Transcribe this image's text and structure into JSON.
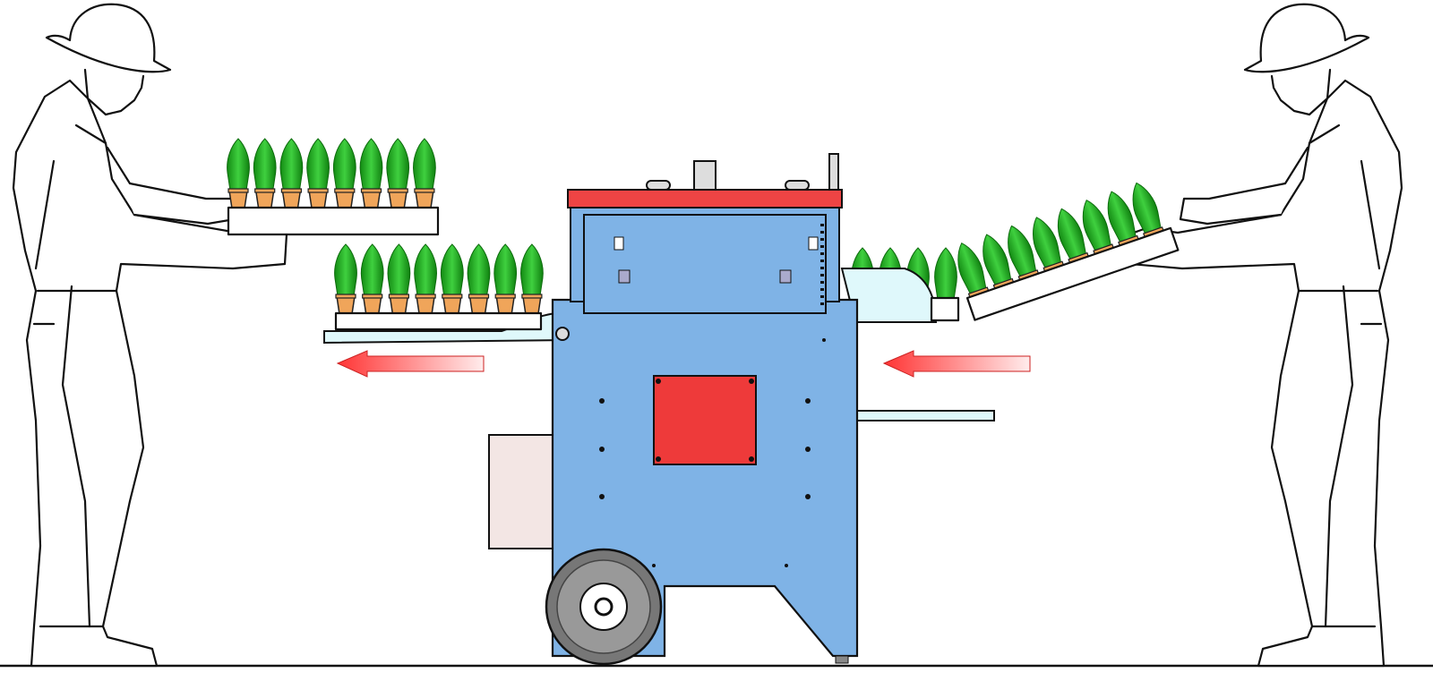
{
  "colors": {
    "machine_body": "#7fb3e6",
    "machine_lid": "#ee4444",
    "access_panel": "#ee3a3a",
    "chute": "#dff8fb",
    "side_box": "#f3e6e4",
    "tree": "#2bb52b",
    "pot": "#f0a55a",
    "arrow_start": "#ff4040",
    "arrow_end": "#ffe8e8"
  },
  "trays": {
    "held_left_tree_count": 8,
    "outfeed_tree_count": 8,
    "held_right_tree_count": 8,
    "infeed_tree_count": 4
  },
  "flow_direction": "right-to-left"
}
